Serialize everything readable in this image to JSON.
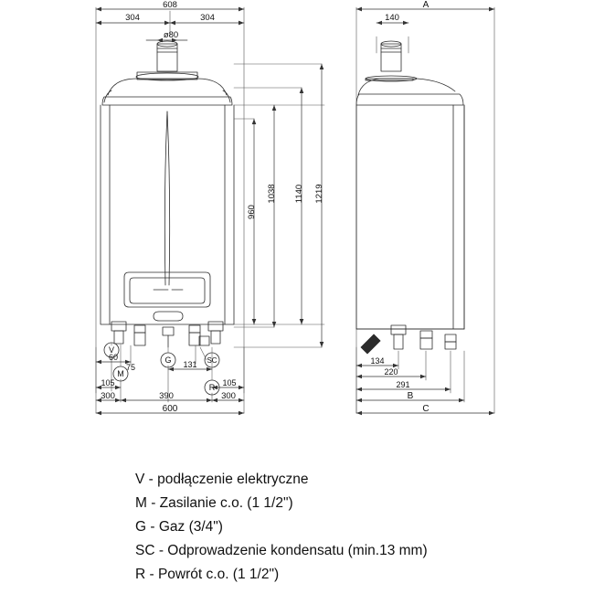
{
  "drawing": {
    "title": "Boiler dimensional drawing (front and side views)",
    "front_view": {
      "top_dims": [
        "304",
        "304",
        "608"
      ],
      "flue_label": "ø80",
      "vertical_dims": [
        "1038",
        "1140",
        "1219",
        "960"
      ],
      "connection_markers": [
        "V",
        "M",
        "G",
        "SC",
        "R"
      ],
      "bottom_dims": [
        "60",
        "75",
        "105",
        "131",
        "105",
        "300",
        "390",
        "300",
        "600"
      ]
    },
    "side_view": {
      "top_dims": [
        "140",
        "A"
      ],
      "bottom_dims": [
        "134",
        "220",
        "291",
        "B",
        "C"
      ]
    }
  },
  "legend": {
    "items": [
      "V - podłączenie elektryczne",
      "M - Zasilanie c.o. (1 1/2\")",
      "G - Gaz (3/4\")",
      "SC - Odprowadzenie kondensatu (min.13 mm)",
      "R - Powrót c.o. (1 1/2\")"
    ]
  }
}
